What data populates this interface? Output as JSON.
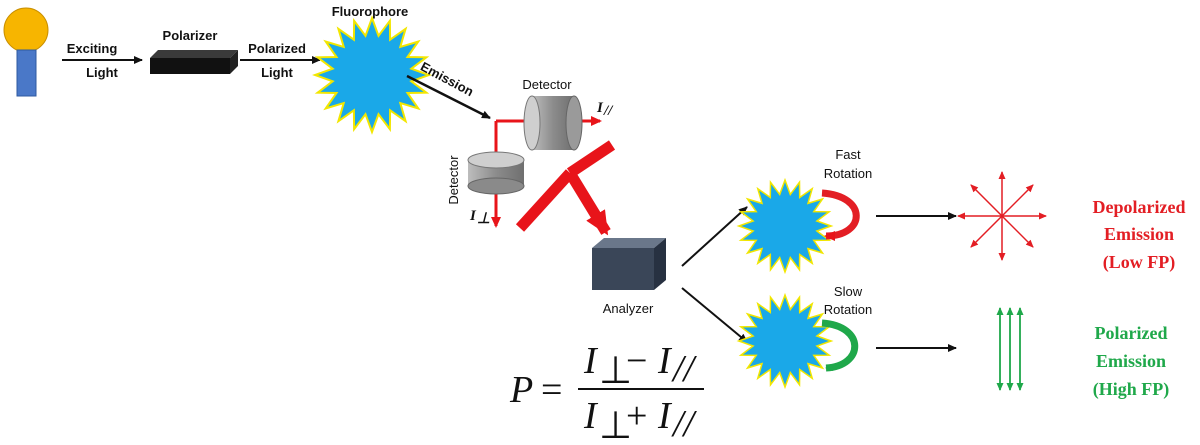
{
  "labels": {
    "exciting_1": "Exciting",
    "exciting_2": "Light",
    "polarizer": "Polarizer",
    "polarized_1": "Polarized",
    "polarized_2": "Light",
    "fluorophore": "Fluorophore",
    "emission": "Emission",
    "detector_top": "Detector",
    "detector_side": "Detector",
    "i_parallel": "I",
    "i_parallel_sub": "//",
    "i_perp": "I",
    "i_perp_sub": "⊥",
    "analyzer": "Analyzer",
    "fast_1": "Fast",
    "fast_2": "Rotation",
    "slow_1": "Slow",
    "slow_2": "Rotation",
    "depol_1": "Depolarized",
    "depol_2": "Emission",
    "depol_3": "(Low FP)",
    "pol_1": "Polarized",
    "pol_2": "Emission",
    "pol_3": "(High FP)"
  },
  "equation": {
    "lhs": "P",
    "equals": "=",
    "num_a": "I",
    "num_a_sub": "⊥",
    "num_op": "−",
    "num_b": "I",
    "num_b_sub": "//",
    "den_a": "I",
    "den_a_sub": "⊥",
    "den_op": "+",
    "den_b": "I",
    "den_b_sub": "//"
  },
  "colors": {
    "bulb": "#f7b500",
    "bulb_base": "#4a78c8",
    "polarizer": "#111111",
    "star": "#1aa8e8",
    "star_edge": "#f2e600",
    "beam": "#e8141a",
    "detector": "#9a9a9a",
    "analyzer": "#3a4658",
    "depolarized": "#e31e24",
    "polarized": "#1fa84a"
  },
  "icons": {
    "light_source": "light-bulb-icon",
    "fluorophore": "starburst-icon",
    "detector": "cylinder-detector-icon",
    "analyzer": "cube-icon",
    "rotation": "curved-arrow-icon"
  }
}
